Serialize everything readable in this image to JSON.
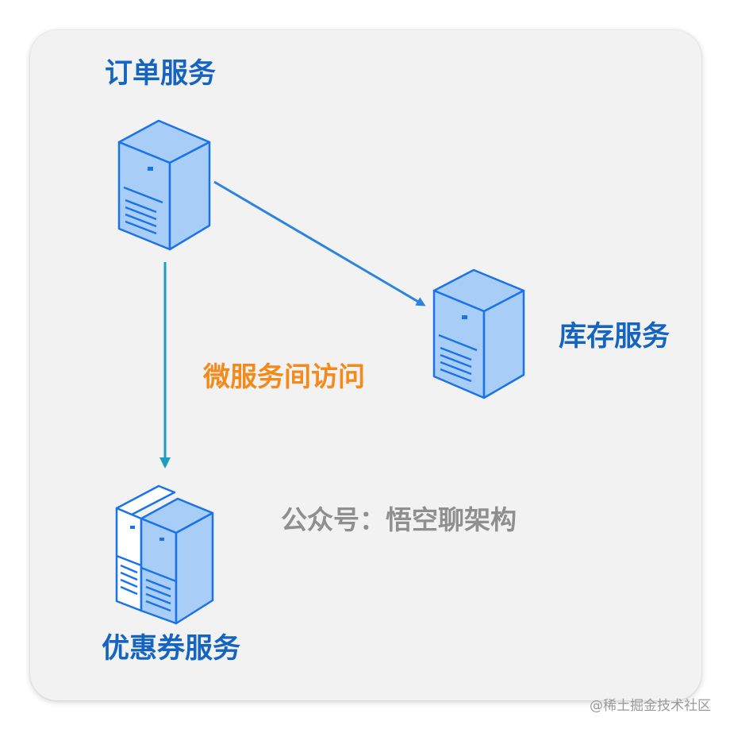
{
  "nodes": {
    "order": {
      "label": "订单服务"
    },
    "inventory": {
      "label": "库存服务"
    },
    "coupon": {
      "label": "优惠券服务"
    }
  },
  "edge_label": "微服务间访问",
  "brand_text": "公众号：悟空聊架构",
  "watermark": "@稀土掘金技术社区",
  "colors": {
    "card_background": "#f2f2f2",
    "service_label": "#1565c0",
    "edge_label": "#f28a1c",
    "brand_text": "#8f8f8f",
    "arrow_to_inventory": "#2a84e0",
    "arrow_to_coupon": "#1a9fbf",
    "server_fill": "#a8cdf7",
    "server_outline": "#1a73e8"
  },
  "icons": {
    "order": "server-icon",
    "inventory": "server-icon",
    "coupon": "server-rack-icon"
  }
}
